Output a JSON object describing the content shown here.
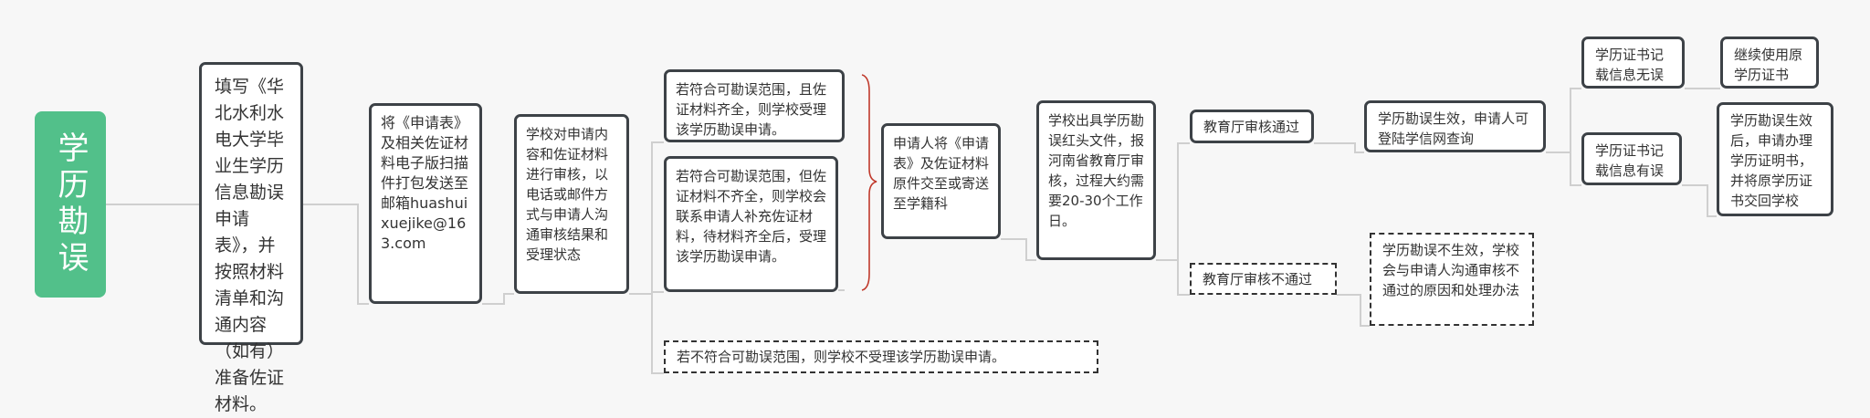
{
  "root": {
    "label": "学历勘误"
  },
  "nodes": {
    "fill_form": "填写《华北水利水电大学毕业生学历信息勘误申请表》，并按照材料清单和沟通内容（如有）准备佐证材料。",
    "send_email": "将《申请表》及相关佐证材料电子版扫描件打包发送至邮箱huashuixuejike@163.com",
    "school_review": "学校对申请内容和佐证材料进行审核，以电话或邮件方式与申请人沟通审核结果和受理状态",
    "accept_complete": "若符合可勘误范围，且佐证材料齐全，则学校受理该学历勘误申请。",
    "accept_incomplete": "若符合可勘误范围，但佐证材料不齐全，则学校会联系申请人补充佐证材料，待材料齐全后，受理该学历勘误申请。",
    "not_accepted": "若不符合可勘误范围，则学校不受理该学历勘误申请。",
    "submit_originals": "申请人将《申请表》及佐证材料原件交至或寄送至学籍科",
    "school_issue": "学校出具学历勘误红头文件，报河南省教育厅审核，过程大约需要20-30个工作日。",
    "dept_pass": "教育厅审核通过",
    "dept_fail": "教育厅审核不通过",
    "effective": "学历勘误生效，申请人可登陆学信网查询",
    "not_effective": "学历勘误不生效，学校会与申请人沟通审核不通过的原因和处理办法",
    "cert_correct": "学历证书记载信息无误",
    "cert_wrong": "学历证书记载信息有误",
    "keep_cert": "继续使用原学历证书",
    "apply_proof": "学历勘误生效后，申请办理学历证明书，并将原学历证书交回学校"
  },
  "colors": {
    "root": "#52c08a",
    "brace": "#c0392b",
    "line": "#cccccc",
    "border": "#3d4247"
  }
}
